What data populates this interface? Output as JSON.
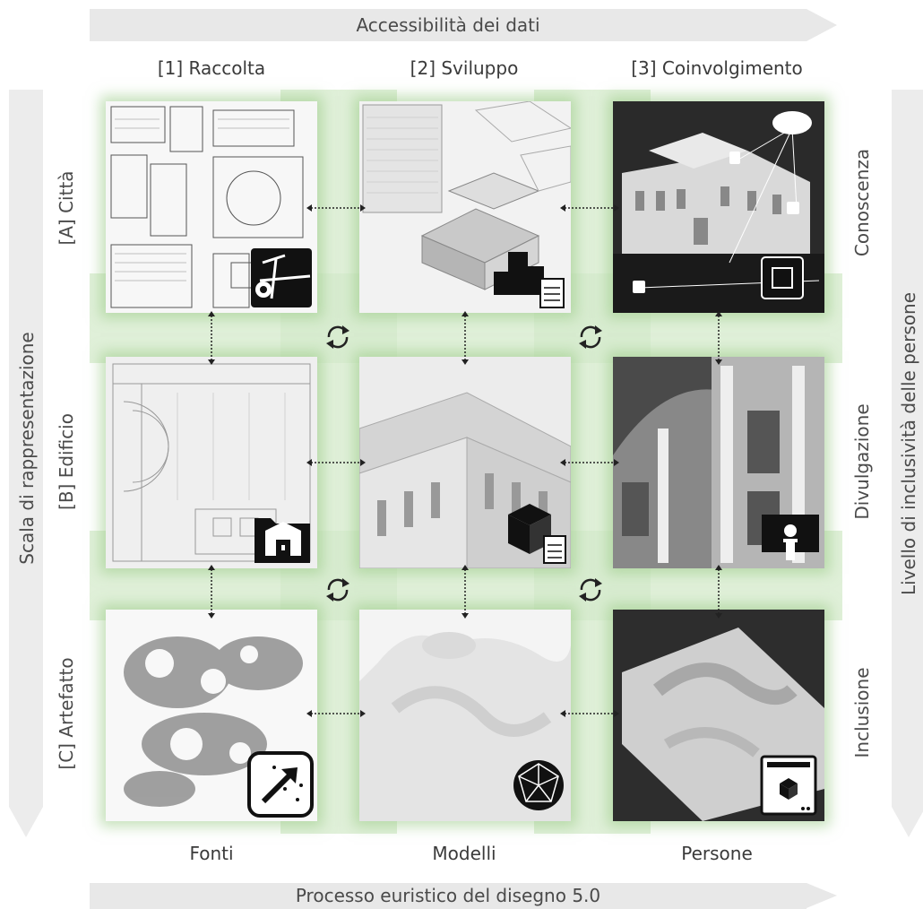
{
  "top_axis": {
    "label": "Accessibilità dei dati"
  },
  "bottom_axis": {
    "label": "Processo euristico del disegno 5.0"
  },
  "left_axis": {
    "label": "Scala di rappresentazione"
  },
  "right_axis": {
    "label": "Livello di inclusività delle persone"
  },
  "columns": [
    {
      "header": "[1] Raccolta",
      "footer": "Fonti"
    },
    {
      "header": "[2] Sviluppo",
      "footer": "Modelli"
    },
    {
      "header": "[3] Coinvolgimento",
      "footer": "Persone"
    }
  ],
  "rows": [
    {
      "left_label": "[A] Città",
      "right_label": "Conoscenza"
    },
    {
      "left_label": "[B] Edificio",
      "right_label": "Divulgazione"
    },
    {
      "left_label": "[C] Artefatto",
      "right_label": "Inclusione"
    }
  ],
  "icons": {
    "A1": "city-map-icon",
    "A2": "city-buildings-document-icon",
    "A3": "iot-cloud-chip-icon",
    "B1": "building-folder-icon",
    "B2": "cube-document-icon",
    "B3": "vr-user-icon",
    "C1": "point-cloud-arrow-icon",
    "C2": "mesh-sphere-icon",
    "C3": "3d-printer-icon"
  },
  "colors": {
    "band": "#d6ebcc",
    "tile_glow": "#96c882",
    "axis_arrow": "#e8e8e8"
  }
}
